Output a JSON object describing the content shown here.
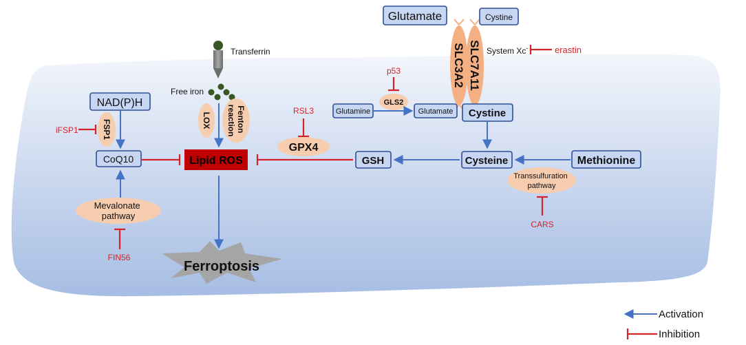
{
  "nodes": {
    "glutamate_out": "Glutamate",
    "cystine_out": "Cystine",
    "slc7a11": "SLC7A11",
    "slc3a2": "SLC3A2",
    "system_xc": "System Xc",
    "system_xc_sup": "-",
    "erastin": "erastin",
    "transferrin": "Transferrin",
    "free_iron": "Free iron",
    "lox": "LOX",
    "fenton_line1": "Fenton",
    "fenton_line2": "reaction",
    "p53": "p53",
    "gls2": "GLS2",
    "glutamine": "Glutamine",
    "glutamate_in": "Glutamate",
    "cystine_in": "Cystine",
    "nadph": "NAD(P)H",
    "fsp1": "FSP1",
    "ifsp1": "iFSP1",
    "coq10": "CoQ10",
    "lipid_ros": "Lipid ROS",
    "rsl3": "RSL3",
    "gpx4": "GPX4",
    "gsh": "GSH",
    "cysteine": "Cysteine",
    "methionine": "Methionine",
    "transsulfuration_line1": "Transsulfuration",
    "transsulfuration_line2": "pathway",
    "cars": "CARS",
    "mevalonate_line1": "Mevalonate",
    "mevalonate_line2": "pathway",
    "fin56": "FIN56",
    "ferroptosis": "Ferroptosis"
  },
  "legend": {
    "activation": "Activation",
    "inhibition": "Inhibition"
  },
  "colors": {
    "activation": "#4472c4",
    "inhibition": "#d2232a",
    "lipid_ros": "#c00000",
    "node_fill": "#c7d6f3",
    "node_stroke": "#2d4f92",
    "ellipse_fill": "#f7cdb0",
    "iron": "#385723"
  }
}
